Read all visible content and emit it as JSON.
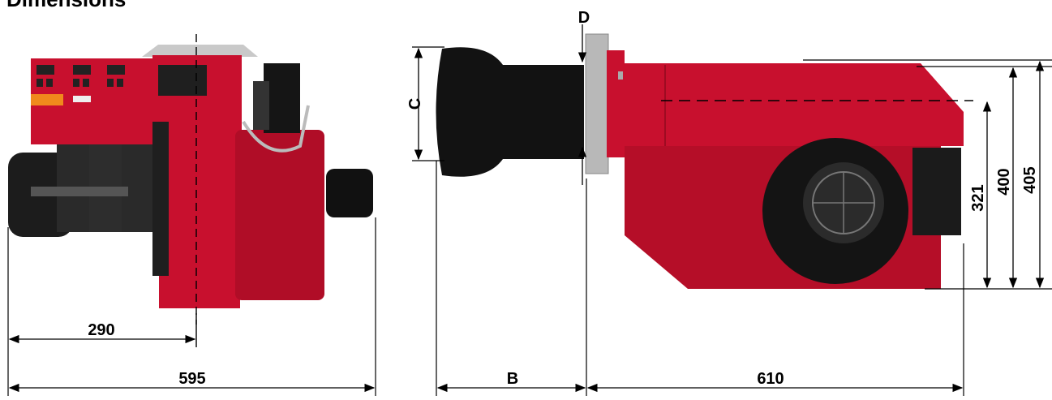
{
  "title": "Dimensions",
  "dimensions": {
    "d_290": "290",
    "d_595": "595",
    "d_B": "B",
    "d_610": "610",
    "d_C": "C",
    "d_D": "D",
    "d_321": "321",
    "d_400": "400",
    "d_405": "405"
  },
  "colors": {
    "body_red": "#c8102e",
    "dark_red": "#9e0b22",
    "black": "#1a1a1a",
    "steel": "#b8b8b8"
  }
}
